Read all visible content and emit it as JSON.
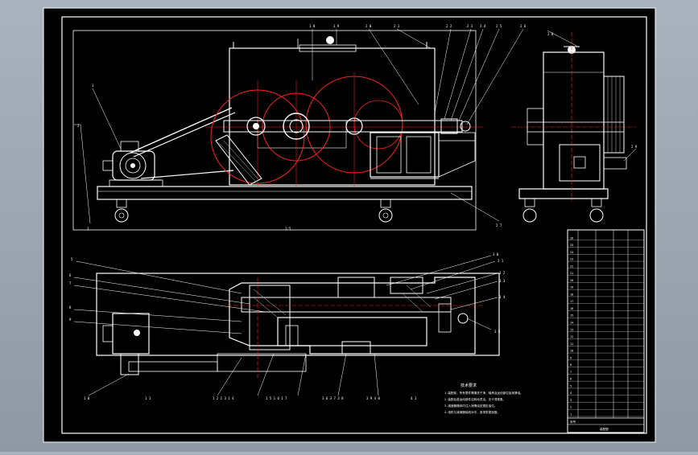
{
  "colors": {
    "background": "#9aa5b0",
    "sheet": "#000000",
    "line": "#ffffff",
    "center_line": "#ff2020",
    "hatch": "#c8c8c8"
  },
  "drawing": {
    "view_labels": {
      "front_view": "",
      "side_view": "",
      "top_view": ""
    },
    "scale_mark": "1:5",
    "technical_requirements": {
      "title": "技术要求",
      "lines": [
        "1.装配前，所有零件需清洗干净，轴承及运动部位加润滑油。",
        "2.装配后各运动部件应转动灵活，无卡滞现象。",
        "3.减速器箱体内注入润滑油至规定油位。",
        "4.电机与减速器轴线对中，皮带张紧适度。"
      ]
    },
    "parts_list_rows": [
      "26",
      "25",
      "24",
      "23",
      "22",
      "21",
      "20",
      "19",
      "18",
      "17",
      "16",
      "15",
      "14",
      "13",
      "12",
      "11",
      "10",
      "9",
      "8",
      "7",
      "6",
      "5",
      "4",
      "3",
      "2",
      "1"
    ],
    "parts_list_header": "序号",
    "title_block": "装配图"
  }
}
